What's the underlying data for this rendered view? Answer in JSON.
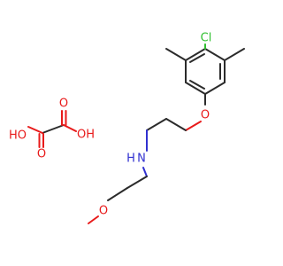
{
  "molecule": {
    "components": [
      {
        "name": "2-(4-chloro-3,5-dimethylphenoxy)-N-(2-methoxyethyl)ethanamine",
        "atoms": {
          "chlorine": "Cl",
          "ether_oxygen": "O",
          "amine_nitrogen": "N",
          "amine_hydrogen": "H",
          "methoxy_oxygen": "O"
        }
      },
      {
        "name": "oxalic acid",
        "atoms": {
          "acid_oxygen_1": "O",
          "acid_hydroxyl_1": "HO",
          "acid_oxygen_2": "O",
          "acid_hydroxyl_2": "OH"
        }
      }
    ]
  },
  "colors": {
    "carbon_bond": "#2b2b2b",
    "oxygen": "#e81a1a",
    "nitrogen": "#3030d0",
    "chlorine": "#2fbf2f",
    "background": "#ffffff"
  }
}
